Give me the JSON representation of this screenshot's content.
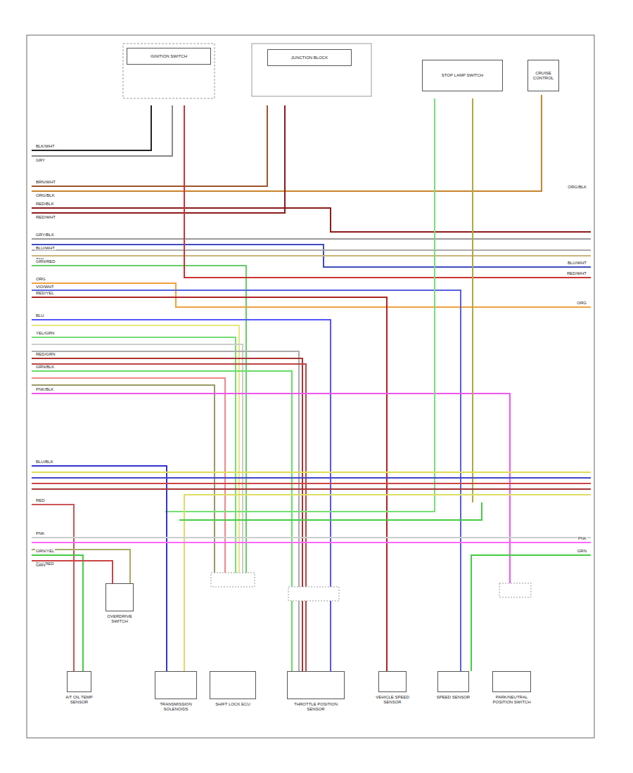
{
  "diagram": {
    "nodes": [
      {
        "text": [
          "IGNITION SWITCH"
        ]
      },
      {
        "text": [
          "JUNCTION BLOCK"
        ]
      },
      {
        "text": [
          "STOP LAMP SWITCH"
        ]
      },
      {
        "text": [
          "CRUISE CONTROL"
        ]
      },
      {
        "text": [
          "A/T OIL TEMP SENSOR"
        ]
      },
      {
        "text": [
          "OVERDRIVE SWITCH"
        ]
      },
      {
        "text": [
          "TRANSMISSION SOLENOIDS"
        ]
      },
      {
        "text": [
          "SHIFT LOCK ECU"
        ]
      },
      {
        "text": [
          "THROTTLE POSITION SENSOR"
        ]
      },
      {
        "text": [
          "VEHICLE SPEED SENSOR"
        ]
      },
      {
        "text": [
          "SPEED SENSOR"
        ]
      },
      {
        "text": [
          "PARK/NEUTRAL POSITION SWITCH"
        ]
      }
    ],
    "labels": [
      "BLK/WHT",
      "GRY",
      "BRN/WHT",
      "ORG/BLK",
      "RED/BLK",
      "RED/WHT",
      "GRY/BLK",
      "BLU/WHT",
      "TAN",
      "GRN/RED",
      "ORG",
      "VIO/WHT",
      "RED/YEL",
      "BLU",
      "YEL/GRN",
      "GRN/BLK",
      "RED/GRN",
      "PNK/BLK",
      "BLU/BLK",
      "RED",
      "GRN/YEL",
      "PNK",
      "BLK/RED",
      "GRN",
      "ORG/BLK",
      "BLU/WHT",
      "RED/WHT",
      "ORG",
      "PNK",
      "GRN"
    ]
  }
}
